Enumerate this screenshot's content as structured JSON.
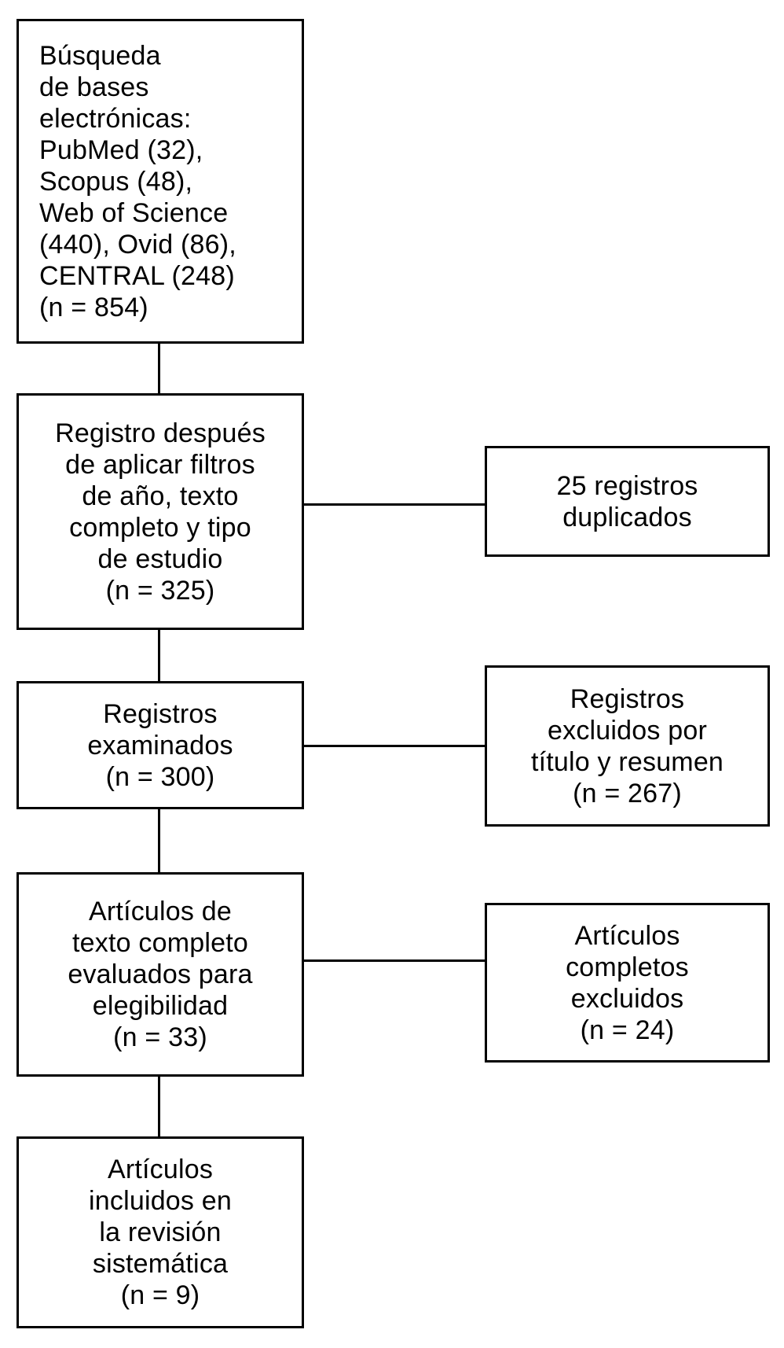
{
  "diagram": {
    "kind": "systematic-review-flowchart",
    "colors": {
      "background": "#ffffff",
      "line": "#000000",
      "text": "#000000"
    },
    "boxes": {
      "search": {
        "lines": [
          "Búsqueda",
          "de bases",
          "electrónicas:",
          "PubMed (32),",
          "Scopus (48),",
          "Web of Science",
          "(440), Ovid (86),",
          "CENTRAL (248)",
          "(n = 854)"
        ]
      },
      "filtered": {
        "lines": [
          "Registro después",
          "de aplicar filtros",
          "de año, texto",
          "completo y tipo",
          "de estudio",
          "(n = 325)"
        ]
      },
      "screened": {
        "lines": [
          "Registros",
          "examinados",
          "(n = 300)"
        ]
      },
      "fulltext": {
        "lines": [
          "Artículos de",
          "texto completo",
          "evaluados para",
          "elegibilidad",
          "(n = 33)"
        ]
      },
      "included": {
        "lines": [
          "Artículos",
          "incluidos en",
          "la revisión",
          "sistemática",
          "(n = 9)"
        ]
      },
      "duplicates": {
        "lines": [
          "25 registros",
          "duplicados"
        ]
      },
      "excluded_screening": {
        "lines": [
          "Registros",
          "excluidos por",
          "título y resumen",
          "(n = 267)"
        ]
      },
      "excluded_fulltext": {
        "lines": [
          "Artículos",
          "completos",
          "excluidos",
          "(n = 24)"
        ]
      }
    }
  }
}
